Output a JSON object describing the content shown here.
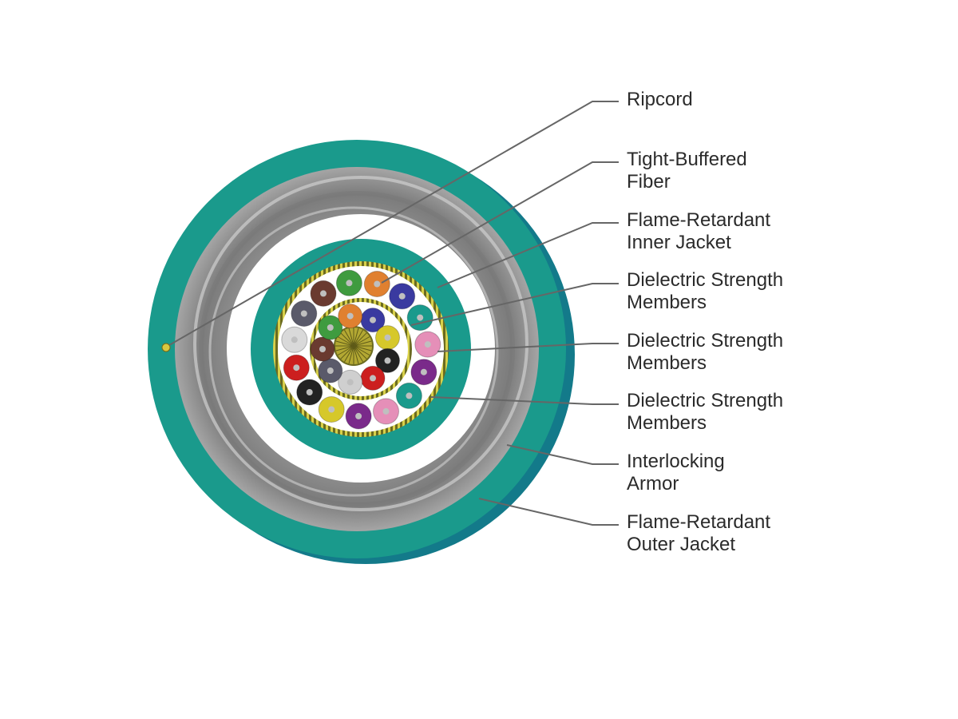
{
  "diagram": {
    "callouts": [
      {
        "lines": [
          "Ripcord"
        ]
      },
      {
        "lines": [
          "Tight-Buffered",
          "Fiber"
        ]
      },
      {
        "lines": [
          "Flame-Retardant",
          "Inner Jacket"
        ]
      },
      {
        "lines": [
          "Dielectric Strength",
          "Members"
        ]
      },
      {
        "lines": [
          "Dielectric Strength",
          "Members"
        ]
      },
      {
        "lines": [
          "Dielectric Strength",
          "Members"
        ]
      },
      {
        "lines": [
          "Interlocking",
          "Armor"
        ]
      },
      {
        "lines": [
          "Flame-Retardant",
          "Outer Jacket"
        ]
      }
    ],
    "colors": {
      "outer_jacket": "#1a9a8c",
      "outer_jacket_edge": "#137a8a",
      "armor": "#8f8f8f",
      "inner_jacket": "#1a9a8c",
      "strength_members": "#8a8a2a",
      "leader_line": "#666666",
      "fiber_colors": [
        "#3f9b3f",
        "#e08030",
        "#3a3aa0",
        "#1a9a8c",
        "#e58fb8",
        "#7a2a8a",
        "#1a9a8c",
        "#e58fb8",
        "#7a2a8a",
        "#d6c82a",
        "#222222",
        "#cc1f1f",
        "#d9d9d9",
        "#5a5a6a",
        "#6a3a30",
        "#3a3aa0",
        "#d6c82a",
        "#222222",
        "#cc1f1f",
        "#cfcfcf",
        "#5a5a6a",
        "#6a3a30",
        "#3f9b3f",
        "#e08030"
      ]
    }
  }
}
